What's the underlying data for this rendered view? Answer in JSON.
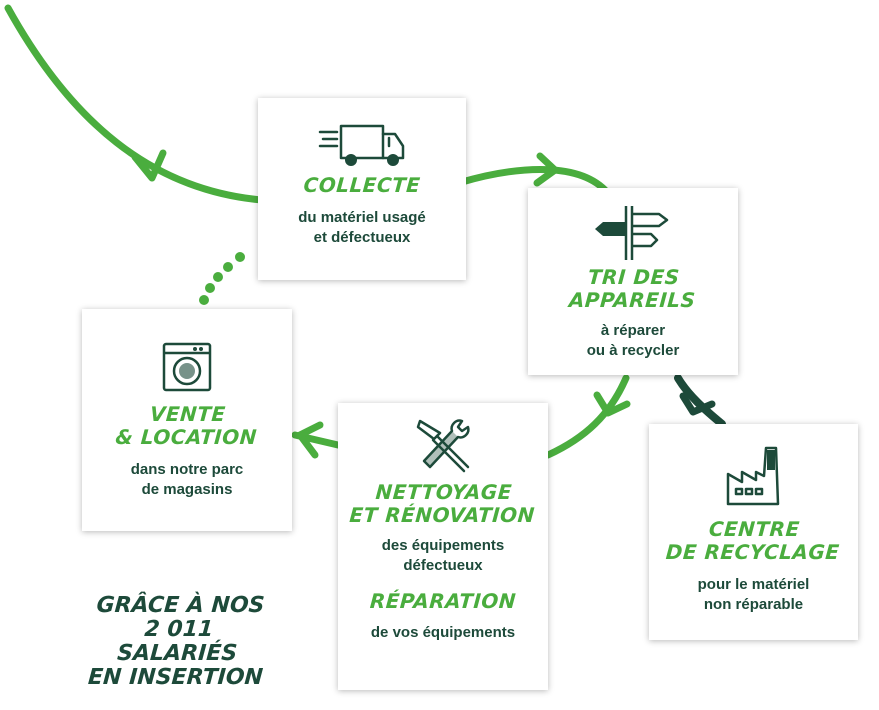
{
  "colors": {
    "green": "#4aad3e",
    "dark_green": "#1d4a3a",
    "card_bg": "#ffffff"
  },
  "steps": [
    {
      "id": "collecte",
      "icon": "truck-icon",
      "title": [
        "COLLECTE"
      ],
      "desc": [
        "du matériel usagé",
        "et défectueux"
      ]
    },
    {
      "id": "tri",
      "icon": "signpost-icon",
      "title": [
        "TRI DES",
        "APPAREILS"
      ],
      "desc": [
        "à réparer",
        "ou à recycler"
      ]
    },
    {
      "id": "recyclage",
      "icon": "factory-icon",
      "title": [
        "CENTRE",
        "DE RECYCLAGE"
      ],
      "desc": [
        "pour le matériel",
        "non  réparable"
      ]
    },
    {
      "id": "renovation",
      "icon": "tools-icon",
      "title": [
        "NETTOYAGE",
        "ET RÉNOVATION"
      ],
      "desc": [
        "des équipements",
        "défectueux"
      ],
      "title2": [
        "RÉPARATION"
      ],
      "desc2": [
        "de vos équipements"
      ]
    },
    {
      "id": "vente",
      "icon": "washing-machine-icon",
      "title": [
        "VENTE",
        "& LOCATION"
      ],
      "desc": [
        "dans notre parc",
        "de magasins"
      ]
    }
  ],
  "footnote": [
    "GRÂCE À NOS",
    "2 011 SALARIÉS",
    "EN INSERTION"
  ]
}
